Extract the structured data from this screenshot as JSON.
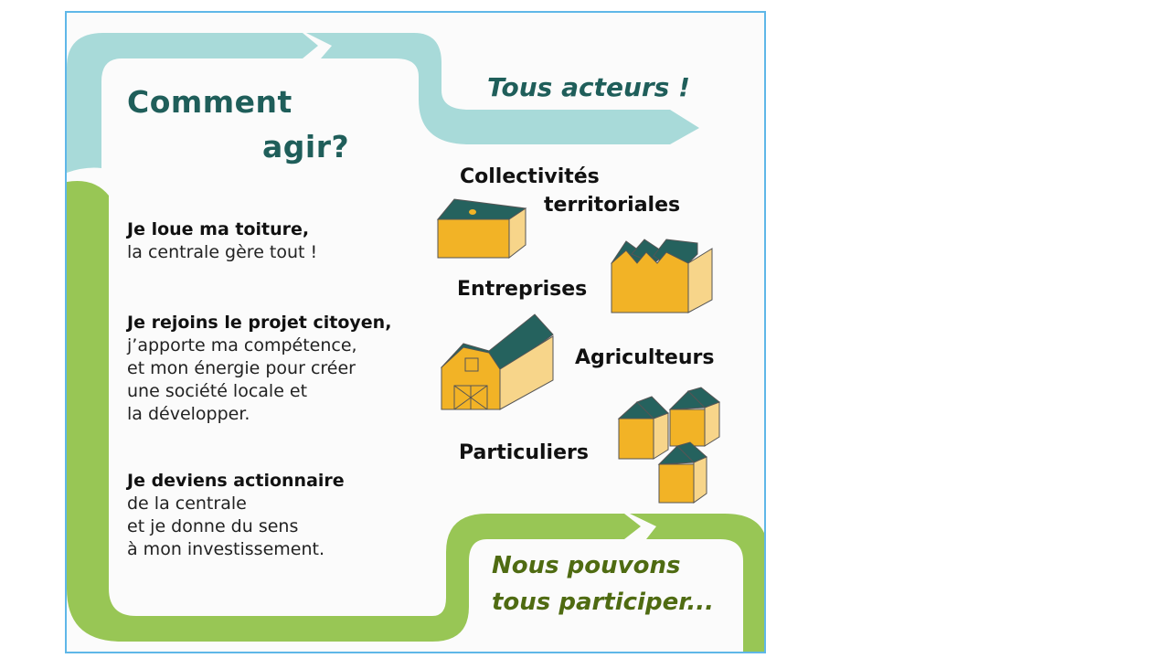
{
  "title": {
    "line1": "Comment",
    "line2": "agir?"
  },
  "banner_top": "Tous acteurs !",
  "banner_bottom": {
    "line1": "Nous pouvons",
    "line2": "tous participer..."
  },
  "actions": [
    {
      "bold": "Je loue ma toiture,",
      "lines": [
        "la centrale gère tout !"
      ]
    },
    {
      "bold": "Je rejoins le projet citoyen,",
      "lines": [
        "j’apporte ma compétence,",
        "et mon énergie pour créer",
        "une société locale et",
        "la développer."
      ]
    },
    {
      "bold": "Je deviens actionnaire",
      "lines": [
        "de la centrale",
        "et je donne du sens",
        "à mon investissement."
      ]
    }
  ],
  "actors": {
    "collectivites_line1": "Collectivités",
    "collectivites_line2": "territoriales",
    "entreprises": "Entreprises",
    "agriculteurs": "Agriculteurs",
    "particuliers": "Particuliers"
  },
  "colors": {
    "teal_band": "#a8dad9",
    "green_band": "#98c655",
    "dark_teal": "#1f5e5a",
    "olive_text": "#4f6b12",
    "building_yellow": "#f2b326",
    "roof_green": "#25625e"
  },
  "icons": [
    "city-hall-icon",
    "factory-icon",
    "barn-icon",
    "houses-icon"
  ]
}
